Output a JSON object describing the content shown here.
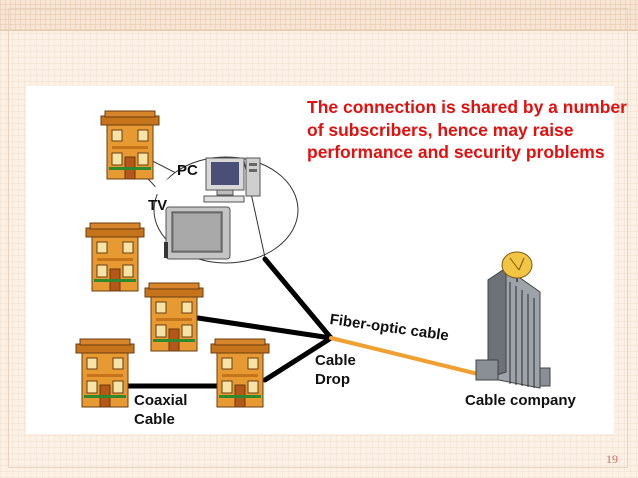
{
  "slide": {
    "message": "The connection is shared by a number of subscribers, hence may raise performance and security problems",
    "labels": {
      "pc": "PC",
      "tv": "TV",
      "fiber": "Fiber-optic cable",
      "cable_drop": "Cable Drop",
      "coaxial": "Coaxial Cable",
      "company": "Cable company"
    },
    "page_number": "19"
  },
  "colors": {
    "message": "#e2100f",
    "fiber_line": "#f0a030",
    "coax_line": "#000000",
    "house_wall": "#e79a32",
    "house_roof": "#c5741b",
    "background": "#fbf1e6"
  },
  "icons": [
    "house-icon",
    "pc-icon",
    "tv-icon",
    "satellite-dish-icon",
    "office-building-icon"
  ]
}
